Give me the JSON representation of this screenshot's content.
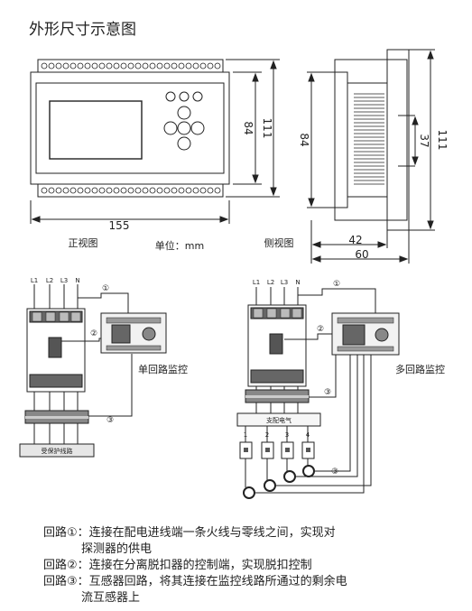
{
  "title": "外形尺寸示意图",
  "front": {
    "width_dim": "155",
    "height_inner_dim": "84",
    "height_outer_dim": "111",
    "caption": "正视图"
  },
  "unit_label": "单位：mm",
  "side": {
    "height_inner_dim": "84",
    "height_outer_dim": "111",
    "depth_inner_dim": "42",
    "depth_outer_dim": "60",
    "clip_dim": "37",
    "caption": "侧视图"
  },
  "wiring": {
    "phase_labels": [
      "L1",
      "L2",
      "L3",
      "N"
    ],
    "circle_1": "①",
    "circle_2": "②",
    "circle_3": "③",
    "single_caption": "单回路监控",
    "multi_caption": "多回路监控",
    "protected_line": "受保护线路",
    "branch_box": "支配电气",
    "branch_numbers": [
      "1",
      "2",
      "3",
      "4"
    ]
  },
  "notes": {
    "n1": "回路①：连接在配电进线端一条火线与零线之间，实现对",
    "n1b": "探测器的供电",
    "n2": "回路②：连接在分离脱扣器的控制端，实现脱扣控制",
    "n3": "回路③：互感器回路，将其连接在监控线路所通过的剩余电",
    "n3b": "流互感器上"
  }
}
